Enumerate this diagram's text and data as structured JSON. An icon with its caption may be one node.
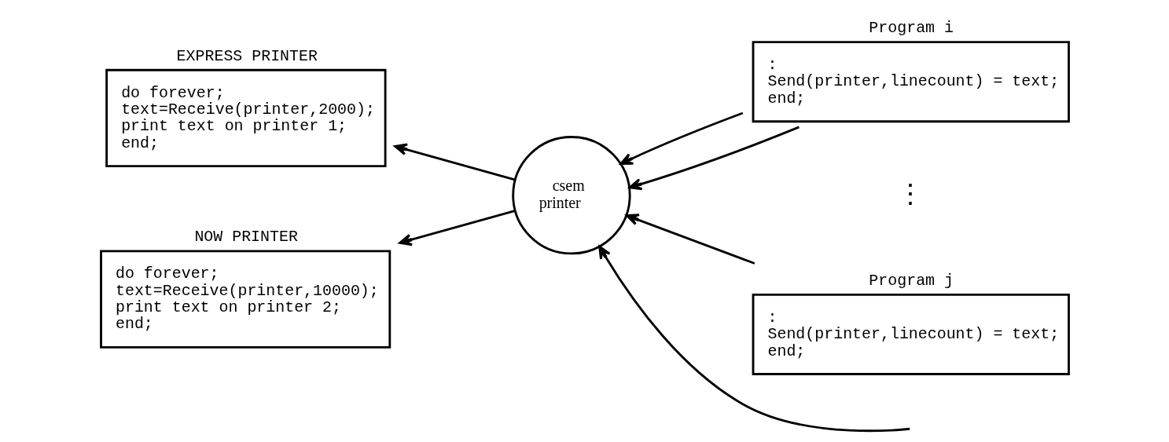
{
  "diagram": {
    "nodes": [
      {
        "text": [
          "EXPRESS PRINTER",
          "do forever;",
          "text=Receive(printer,2000);",
          "print text on printer 1;",
          "end;"
        ]
      },
      {
        "text": [
          "csem",
          "printer"
        ]
      },
      {
        "text": [
          "Program i",
          ":",
          "Send(printer,linecount) = text;",
          "end;"
        ]
      },
      {
        "text": [
          "NOW PRINTER",
          "do forever;",
          "text=Receive(printer,10000);",
          "print text on printer 2;",
          "end;"
        ]
      },
      {
        "text": [
          "Program j",
          ":",
          "Send(printer,linecount) = text;",
          "end;"
        ]
      }
    ],
    "edges": [
      {
        "from": 1,
        "to": 0,
        "arrow": "to"
      },
      {
        "from": 2,
        "to": 1,
        "arrow": "to"
      },
      {
        "from": 2,
        "to": 1,
        "arrow": "to"
      },
      {
        "from": null,
        "to": 1,
        "arrow": "to"
      },
      {
        "from": 1,
        "to": 3,
        "arrow": "to"
      },
      {
        "from": 4,
        "to": 1,
        "arrow": "to"
      }
    ],
    "labels": [
      "⋮"
    ]
  }
}
